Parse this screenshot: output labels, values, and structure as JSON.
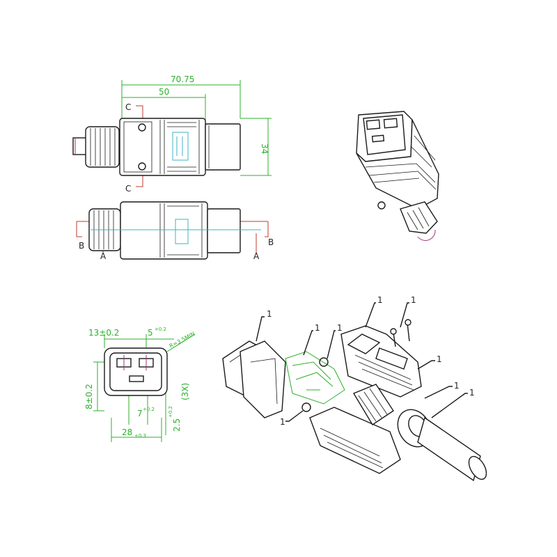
{
  "side_view": {
    "overall_length": "70.75",
    "body_length": "50",
    "height": "34",
    "section_mark_top": "C",
    "section_mark_bottom": "C"
  },
  "top_view": {
    "section_a_left": "A",
    "section_a_right": "A",
    "section_b_left": "B",
    "section_b_right": "B"
  },
  "front_view": {
    "dim_width_top": "13±0.2",
    "dim_pin_width": "5",
    "dim_pin_tol": "+0.2",
    "dim_radius": "R=3.5MIN",
    "dim_height_left": "8±0.2",
    "dim_bottom_width": "28",
    "dim_bottom_tol": "+0.3",
    "dim_inner": "7",
    "dim_inner_tol": "+0.2",
    "dim_slot": "2.5",
    "dim_slot_tol": "+0.2",
    "dim_slot_count": "(3X)"
  },
  "exploded_view": {
    "callouts": [
      "1",
      "1",
      "1",
      "1",
      "1",
      "1",
      "1",
      "1",
      "1"
    ]
  },
  "colors": {
    "dimension_green": "#2bb02b",
    "section_red": "#c0392b",
    "centerline_magenta": "#a0307a",
    "label_cyan": "#3fb3c4",
    "line": "#1a1a1a"
  }
}
